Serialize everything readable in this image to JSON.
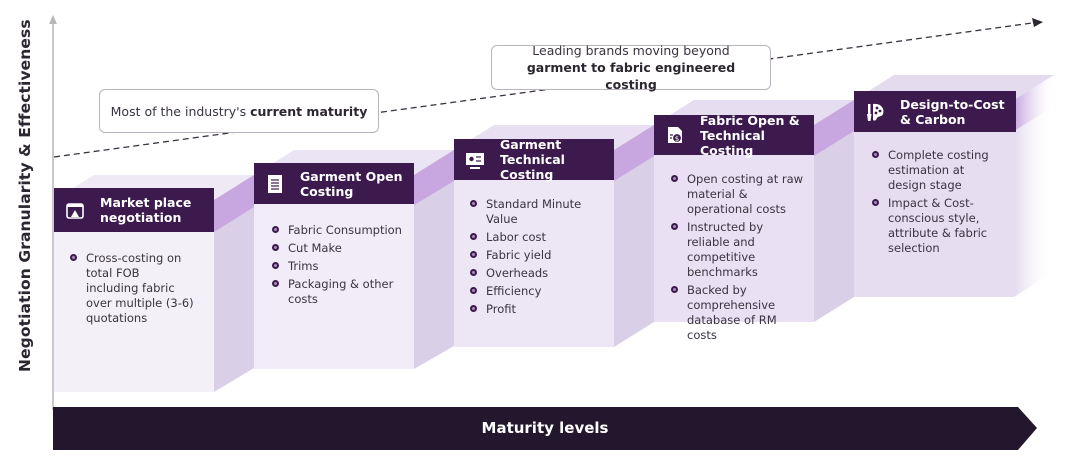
{
  "y_axis": {
    "label": "Negotiation Granularity & Effectiveness"
  },
  "x_axis": {
    "label": "Maturity levels"
  },
  "callouts": [
    {
      "text_regular": "Most of the industry's ",
      "text_bold": "current maturity"
    },
    {
      "text_regular": "Leading brands moving beyond ",
      "text_bold": "garment to fabric engineered costing"
    }
  ],
  "steps": [
    {
      "title": "Market place negotiation",
      "icon": "marketplace-icon",
      "items": [
        "Cross-costing on total FOB including fabric over multiple (3-6) quotations"
      ]
    },
    {
      "title": "Garment Open Costing",
      "icon": "document-list-icon",
      "items": [
        "Fabric Consumption",
        "Cut Make",
        "Trims",
        "Packaging & other costs"
      ]
    },
    {
      "title": "Garment Technical Costing",
      "icon": "monitor-settings-icon",
      "items": [
        "Standard Minute Value",
        "Labor cost",
        "Fabric yield",
        "Overheads",
        "Efficiency",
        "Profit"
      ]
    },
    {
      "title": "Fabric Open & Technical Costing",
      "icon": "fabric-cost-icon",
      "items": [
        "Open costing at raw material & operational costs",
        "Instructed by reliable and competitive benchmarks",
        "Backed by comprehensive database of RM costs"
      ]
    },
    {
      "title": "Design-to-Cost & Carbon",
      "icon": "design-palette-icon",
      "items": [
        "Complete costing estimation at design stage",
        "Impact & Cost-conscious style, attribute & fabric selection"
      ]
    }
  ],
  "colors": {
    "header": "#3c1a4e",
    "bar": "#23172d",
    "accent": "#c8a6e0"
  }
}
